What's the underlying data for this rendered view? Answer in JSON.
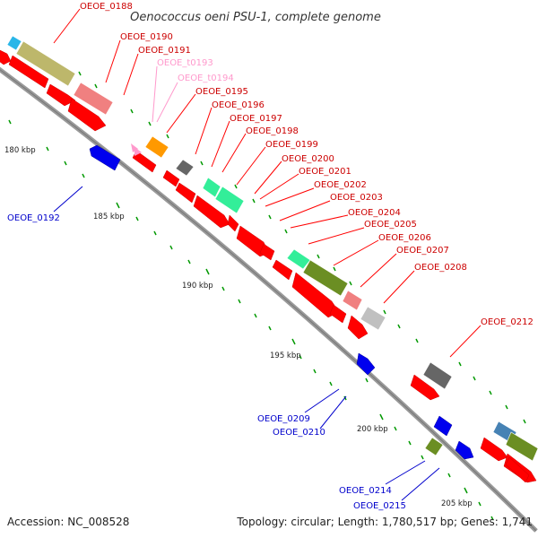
{
  "title": "Oenococcus oeni PSU-1, complete genome",
  "footer": {
    "accession": "Accession: NC_008528",
    "topology": "Topology: circular; Length: 1,780,517 bp; Genes: 1,741"
  },
  "colors": {
    "forward_gene": "#ff0000",
    "reverse_gene": "#0000ee",
    "rna": "#ff99cc",
    "backbone": "#999999",
    "tick": "#009900",
    "cog_olive_dark": "#6b8e23",
    "cog_khaki": "#bdb76b",
    "cog_salmon": "#f08080",
    "cog_orange": "#ff9900",
    "cog_spring": "#33ff99",
    "cog_grey": "#666666",
    "cog_silver": "#c0c0c0",
    "cog_sky": "#00bfff",
    "cog_steel": "#4682b4"
  },
  "scale_labels": [
    "180 kbp",
    "185 kbp",
    "190 kbp",
    "195 kbp",
    "200 kbp",
    "205 kbp"
  ],
  "gene_labels": {
    "g0188": "OEOE_0188",
    "g0190": "OEOE_0190",
    "g0191": "OEOE_0191",
    "t0193": "OEOE_t0193",
    "t0194": "OEOE_t0194",
    "g0195": "OEOE_0195",
    "g0196": "OEOE_0196",
    "g0197": "OEOE_0197",
    "g0198": "OEOE_0198",
    "g0199": "OEOE_0199",
    "g0200": "OEOE_0200",
    "g0201": "OEOE_0201",
    "g0202": "OEOE_0202",
    "g0203": "OEOE_0203",
    "g0204": "OEOE_0204",
    "g0205": "OEOE_0205",
    "g0206": "OEOE_0206",
    "g0207": "OEOE_0207",
    "g0208": "OEOE_0208",
    "g0212": "OEOE_0212",
    "g0192": "OEOE_0192",
    "g0209": "OEOE_0209",
    "g0210": "OEOE_0210",
    "g0214": "OEOE_0214",
    "g0215": "OEOE_0215"
  }
}
